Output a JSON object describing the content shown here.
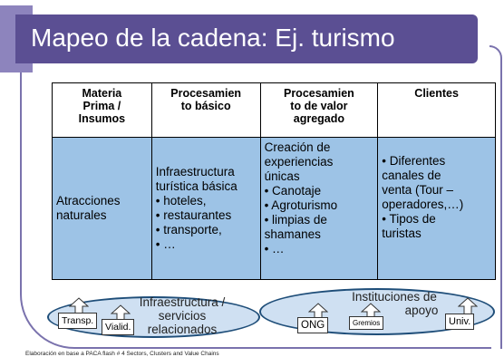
{
  "slide": {
    "title": "Mapeo de la cadena: Ej. turismo"
  },
  "table": {
    "headers": [
      "Materia Prima / Insumos",
      "Procesamiento básico",
      "Procesamiento de valor agregado",
      "Clientes"
    ],
    "header_lines": [
      [
        "Materia",
        "Prima /",
        "Insumos"
      ],
      [
        "Procesamien",
        "to básico"
      ],
      [
        "Procesamien",
        "to de valor",
        "agregado"
      ],
      [
        "Clientes"
      ]
    ],
    "col1": [
      "Atracciones",
      "naturales"
    ],
    "col2": [
      "Infraestructura",
      "turística básica",
      "• hoteles,",
      "• restaurantes",
      "• transporte,",
      "• …"
    ],
    "col3": [
      "Creación de",
      "experiencias",
      "únicas",
      "• Canotaje",
      "• Agroturismo",
      "• limpias de",
      "shamanes",
      "• …"
    ],
    "col4": [
      "• Diferentes",
      "canales de",
      "venta (Tour –",
      "operadores,…)",
      "• Tipos de",
      "turistas"
    ]
  },
  "support": {
    "left_label_lines": [
      "Infraestructura /",
      "servicios",
      "relacionados"
    ],
    "left_boxes": [
      "Transp.",
      "Vialid."
    ],
    "right_label_lines": [
      "Instituciones de",
      "apoyo"
    ],
    "right_boxes": [
      "ONG",
      "Gremios",
      "Univ."
    ]
  },
  "footnote": "Elaboración en base a PACA flash # 4 Sectors, Clusters and Value Chains",
  "colors": {
    "title_bg": "#5b4f93",
    "table_body": "#9dc3e6",
    "ellipse_border": "#1f4e79"
  }
}
